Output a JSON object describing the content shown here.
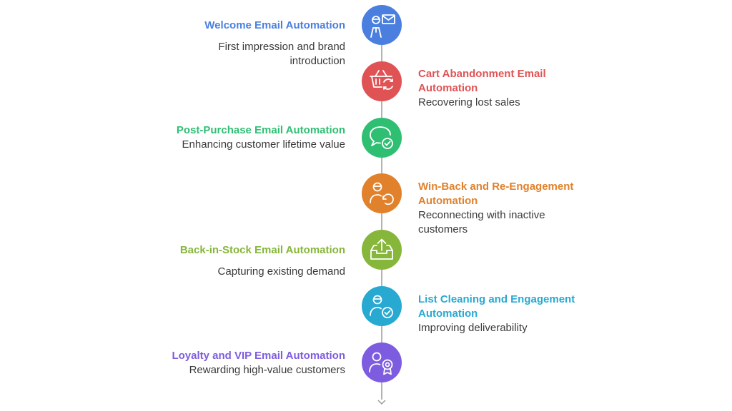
{
  "steps": [
    {
      "title": "Welcome Email Automation",
      "description": "First impression and brand introduction",
      "icon": "person-email-icon",
      "color": "#4a7fe0",
      "side": "left"
    },
    {
      "title": "Cart Abandonment Email Automation",
      "description": "Recovering lost sales",
      "icon": "basket-refresh-icon",
      "color": "#e05355",
      "side": "right"
    },
    {
      "title": "Post-Purchase Email Automation",
      "description": "Enhancing customer lifetime value",
      "icon": "chat-check-icon",
      "color": "#2fbf73",
      "side": "left"
    },
    {
      "title": "Win-Back and Re-Engagement Automation",
      "description": "Reconnecting with inactive customers",
      "icon": "person-refresh-icon",
      "color": "#e1812b",
      "side": "right"
    },
    {
      "title": "Back-in-Stock Email Automation",
      "description": "Capturing existing demand",
      "icon": "inbox-upload-icon",
      "color": "#86b63a",
      "side": "left"
    },
    {
      "title": "List Cleaning and Engagement Automation",
      "description": "Improving deliverability",
      "icon": "person-check-icon",
      "color": "#27a9d2",
      "side": "right"
    },
    {
      "title": "Loyalty and VIP Email Automation",
      "description": "Rewarding high-value customers",
      "icon": "person-award-icon",
      "color": "#7d5ce0",
      "side": "left"
    }
  ]
}
